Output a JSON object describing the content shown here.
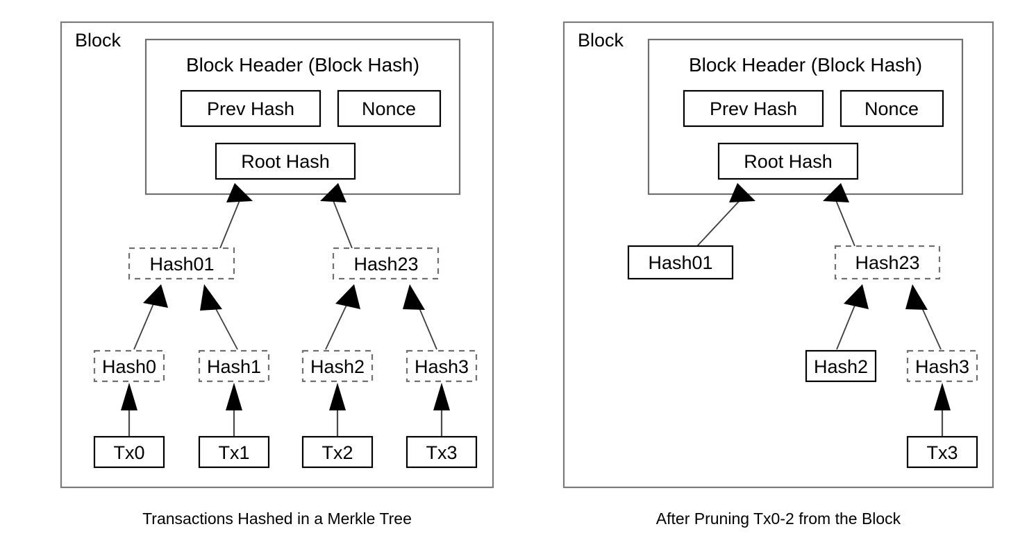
{
  "figure": {
    "title": "Merkle Tree Block Pruning Diagram",
    "background_color": "#ffffff",
    "line_color": "#000000",
    "dashed_stroke_color": "#6f6f6f"
  },
  "panels": [
    {
      "id": "left",
      "block_label": "Block",
      "caption": "Transactions Hashed in a Merkle Tree",
      "header": {
        "title": "Block Header (Block Hash)",
        "fields": [
          {
            "label": "Prev Hash",
            "style": "solid"
          },
          {
            "label": "Nonce",
            "style": "solid"
          },
          {
            "label": "Root Hash",
            "style": "solid"
          }
        ]
      },
      "hash_level_1": [
        {
          "label": "Hash01",
          "style": "dashed"
        },
        {
          "label": "Hash23",
          "style": "dashed"
        }
      ],
      "hash_level_0": [
        {
          "label": "Hash0",
          "style": "dashed"
        },
        {
          "label": "Hash1",
          "style": "dashed"
        },
        {
          "label": "Hash2",
          "style": "dashed"
        },
        {
          "label": "Hash3",
          "style": "dashed"
        }
      ],
      "transactions": [
        {
          "label": "Tx0",
          "style": "solid"
        },
        {
          "label": "Tx1",
          "style": "solid"
        },
        {
          "label": "Tx2",
          "style": "solid"
        },
        {
          "label": "Tx3",
          "style": "solid"
        }
      ]
    },
    {
      "id": "right",
      "block_label": "Block",
      "caption": "After Pruning Tx0-2 from the Block",
      "header": {
        "title": "Block Header (Block Hash)",
        "fields": [
          {
            "label": "Prev Hash",
            "style": "solid"
          },
          {
            "label": "Nonce",
            "style": "solid"
          },
          {
            "label": "Root Hash",
            "style": "solid"
          }
        ]
      },
      "hash_level_1": [
        {
          "label": "Hash01",
          "style": "solid"
        },
        {
          "label": "Hash23",
          "style": "dashed"
        }
      ],
      "hash_level_0": [
        {
          "label": "Hash2",
          "style": "solid"
        },
        {
          "label": "Hash3",
          "style": "dashed"
        }
      ],
      "transactions": [
        {
          "label": "Tx3",
          "style": "solid"
        }
      ]
    }
  ]
}
